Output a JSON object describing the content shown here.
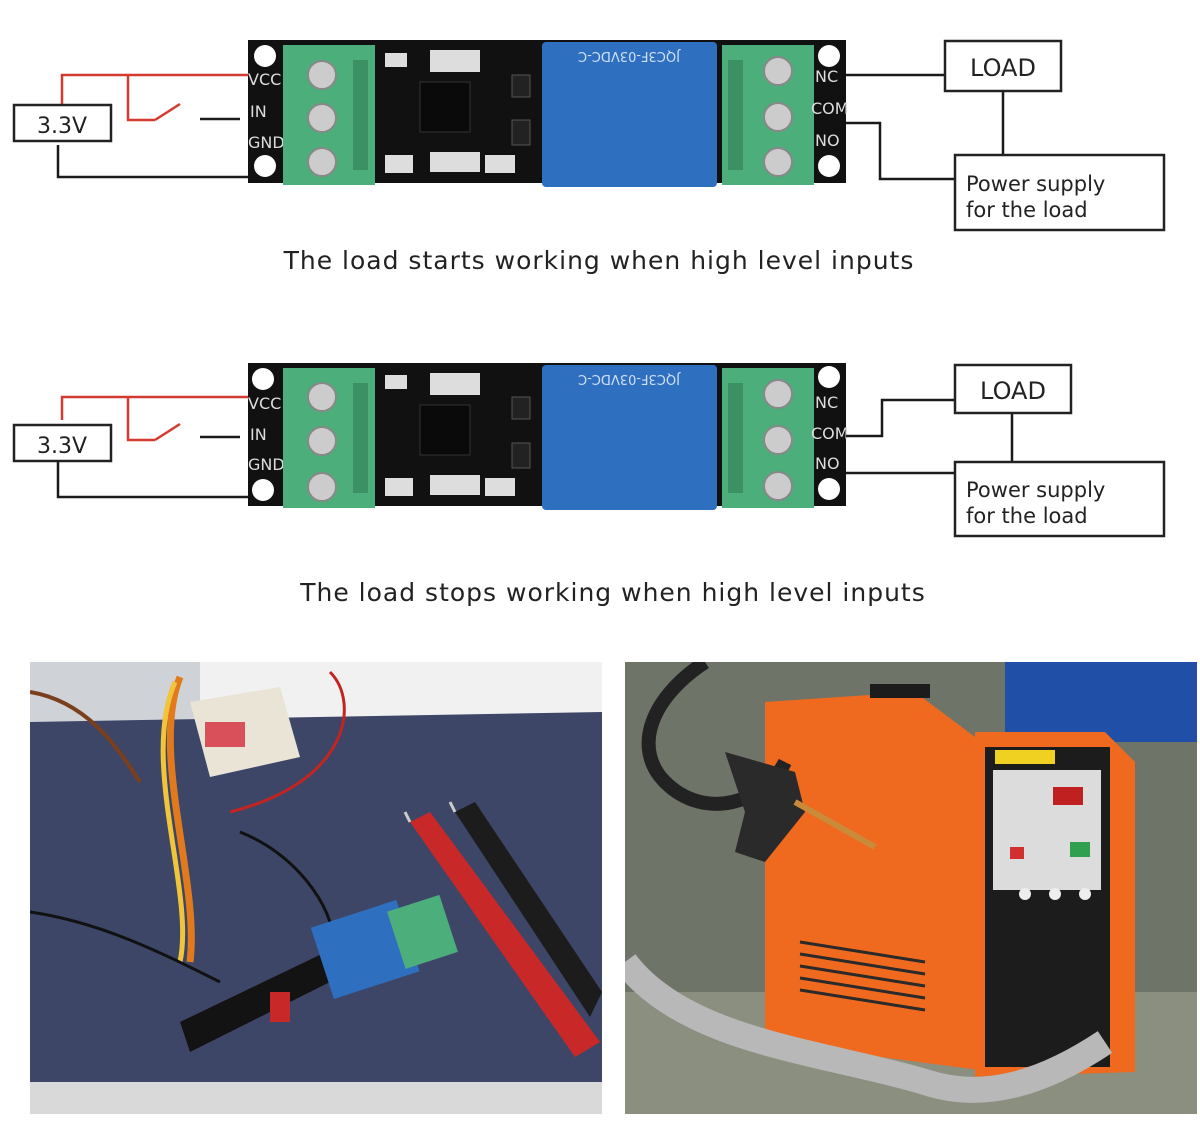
{
  "diagrams": [
    {
      "source_voltage": "3.3V",
      "input_pins": [
        "VCC",
        "IN",
        "GND"
      ],
      "output_pins": [
        "NC",
        "COM",
        "NO"
      ],
      "load_label": "LOAD",
      "supply_label_line1": "Power supply",
      "supply_label_line2": "for the load",
      "relay_marking": "JQC3F-03VDC-C",
      "caption": "The load starts working when high level inputs"
    },
    {
      "source_voltage": "3.3V",
      "input_pins": [
        "VCC",
        "IN",
        "GND"
      ],
      "output_pins": [
        "NC",
        "COM",
        "NO"
      ],
      "load_label": "LOAD",
      "supply_label_line1": "Power supply",
      "supply_label_line2": "for the load",
      "relay_marking": "JQC3F-03VDC-C",
      "caption": "The load stops working when high level inputs"
    }
  ],
  "colors": {
    "board": "#111111",
    "terminal": "#4cae7a",
    "relay": "#2f6fc0",
    "wire_red": "#d23a2f",
    "wire_black": "#1a1a1a",
    "welder_orange": "#ef6a1e",
    "mat_blue": "#3e4668"
  }
}
